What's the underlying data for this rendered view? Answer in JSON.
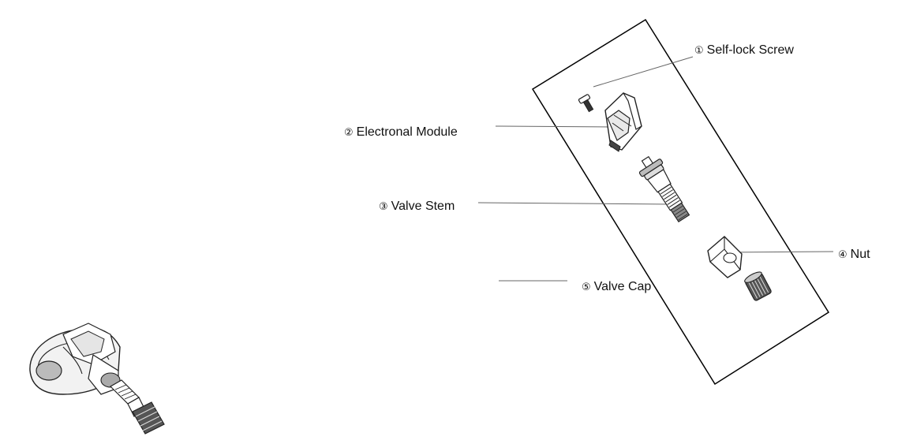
{
  "labels": {
    "screw": {
      "num": "①",
      "text": "Self-lock Screw"
    },
    "module": {
      "num": "②",
      "text": "Electronal Module"
    },
    "stem": {
      "num": "③",
      "text": "Valve Stem"
    },
    "nut": {
      "num": "④",
      "text": "Nut"
    },
    "cap": {
      "num": "⑤",
      "text": "Valve Cap"
    }
  },
  "colors": {
    "line": "#555555",
    "stroke": "#000000",
    "shade": "#cfcfcf"
  },
  "icons": [
    "tpms-sensor-assembled-icon",
    "self-lock-screw-icon",
    "electronic-module-icon",
    "valve-stem-icon",
    "nut-icon",
    "valve-cap-icon"
  ]
}
